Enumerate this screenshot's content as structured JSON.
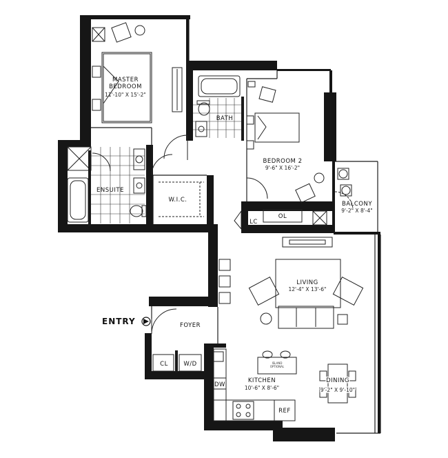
{
  "rooms": {
    "master_bedroom": {
      "name_line1": "MASTER",
      "name_line2": "BEDROOM",
      "dims": "11'-10\" X 15'-2\""
    },
    "bath": {
      "name": "BATH"
    },
    "bedroom2": {
      "name": "BEDROOM 2",
      "dims": "9'-6\" X 16'-2\""
    },
    "ensuite": {
      "name": "ENSUITE"
    },
    "wic": {
      "name": "W.I.C."
    },
    "balcony": {
      "name": "BALCONY",
      "dims": "9'-2\" X 8'-4\""
    },
    "lc": {
      "name": "LC"
    },
    "ol": {
      "name": "OL"
    },
    "living": {
      "name": "LIVING",
      "dims": "12'-4\" X 13'-6\""
    },
    "foyer": {
      "name": "FOYER"
    },
    "cl": {
      "name": "CL"
    },
    "wd": {
      "name": "W/D"
    },
    "kitchen": {
      "name": "KITCHEN",
      "dims": "10'-6\" X 8'-6\""
    },
    "island": {
      "line1": "ISLAND",
      "line2": "OPTIONAL"
    },
    "dw": {
      "name": "DW"
    },
    "ref": {
      "name": "REF"
    },
    "dining": {
      "name": "DINING",
      "dims": "9'-2\" X 9'-10\""
    }
  },
  "entry": {
    "label": "ENTRY"
  },
  "icons": [
    "entry-arrow-icon",
    "door-swing-icon",
    "toilet-icon",
    "bathtub-icon",
    "sink-icon",
    "stove-icon",
    "chair-icon",
    "sofa-icon",
    "bed-icon",
    "plant-icon",
    "fireplace-icon",
    "shower-icon",
    "mechanical-icon"
  ]
}
